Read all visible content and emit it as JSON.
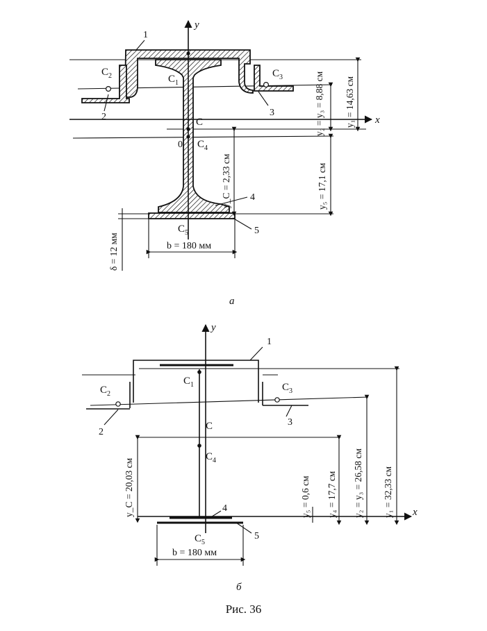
{
  "figure": {
    "caption": "Рис. 36"
  },
  "part_a": {
    "label": "а",
    "axis_x": "x",
    "axis_y": "y",
    "origin": "0",
    "point_labels": {
      "c1": "C",
      "c1_sub": "1",
      "c2": "C",
      "c2_sub": "2",
      "c3": "C",
      "c3_sub": "3",
      "c4": "C",
      "c4_sub": "4",
      "c5": "C",
      "c5_sub": "5",
      "c": "C"
    },
    "part_numbers": [
      "1",
      "2",
      "3",
      "4",
      "5"
    ],
    "dimensions": {
      "y2_y3": "y₂ = y₃ = 8,88 см",
      "y1": "y₁ = 14,63 см",
      "y5": "y₅ = 17,1 см",
      "yc": "y_C = 2,33 см",
      "b": "b = 180 мм",
      "delta": "δ = 12 мм"
    }
  },
  "part_b": {
    "label": "б",
    "axis_x": "x",
    "axis_y": "y",
    "point_labels": {
      "c1": "C",
      "c1_sub": "1",
      "c2": "C",
      "c2_sub": "2",
      "c3": "C",
      "c3_sub": "3",
      "c4": "C",
      "c4_sub": "4",
      "c5": "C",
      "c5_sub": "5",
      "c": "C"
    },
    "part_numbers": [
      "1",
      "2",
      "3",
      "4",
      "5"
    ],
    "dimensions": {
      "yc": "y_C = 20,03 см",
      "y5": "y₅ = 0,6 см",
      "y4": "y₄ = 17,7 см",
      "y2_y3": "y₂ = y₃ = 26,58 см",
      "y1": "y₁ = 32,33 см",
      "b": "b = 180 мм"
    }
  }
}
